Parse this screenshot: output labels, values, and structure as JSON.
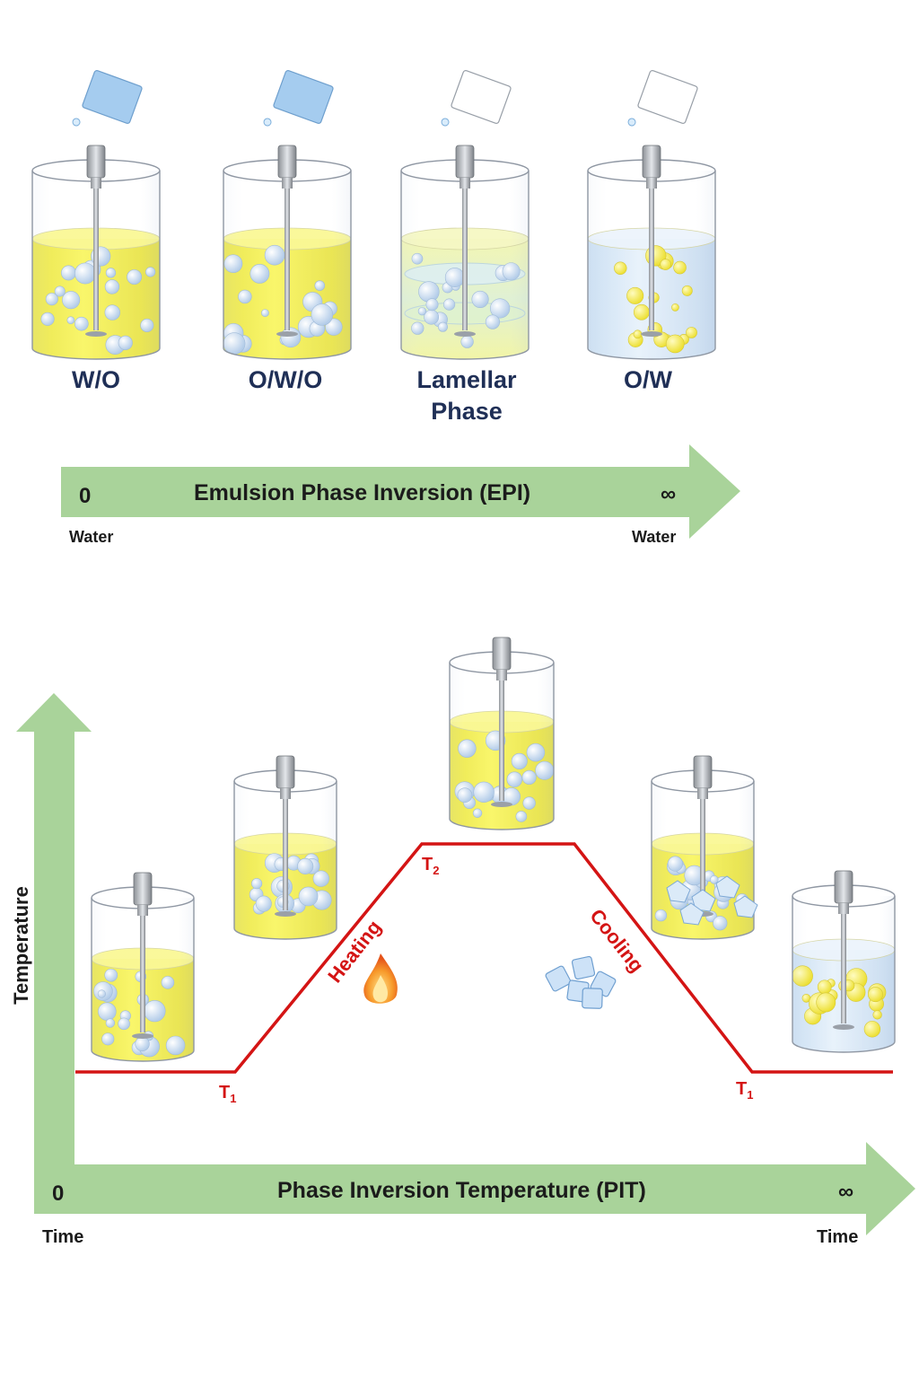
{
  "epi": {
    "beakers": [
      {
        "label": "W/O",
        "fill": "yellow"
      },
      {
        "label": "O/W/O",
        "fill": "yellow"
      },
      {
        "label": "Lamellar Phase",
        "fill": "mixed"
      },
      {
        "label": "O/W",
        "fill": "blue"
      }
    ],
    "arrow": {
      "title": "Emulsion Phase Inversion (EPI)",
      "start": "0",
      "end": "∞",
      "start_sub": "Water",
      "end_sub": "Water"
    }
  },
  "pit": {
    "x_arrow": {
      "title": "Phase Inversion Temperature (PIT)",
      "start": "0",
      "end": "∞",
      "start_sub": "Time",
      "end_sub": "Time"
    },
    "y_label": "Temperature",
    "curve_labels": {
      "t1_left": "T",
      "t1_left_sub": "1",
      "t2": "T",
      "t2_sub": "2",
      "t1_right": "T",
      "t1_right_sub": "1",
      "heating": "Heating",
      "cooling": "Cooling"
    },
    "icons": [
      "flame-icon",
      "ice-cubes-icon"
    ]
  },
  "colors": {
    "arrow_green": "#a9d39a",
    "curve_red": "#d41414",
    "oil_yellow": "#f2ec2c",
    "water_blue": "#cfe3f5",
    "label_navy": "#1f2f56"
  }
}
